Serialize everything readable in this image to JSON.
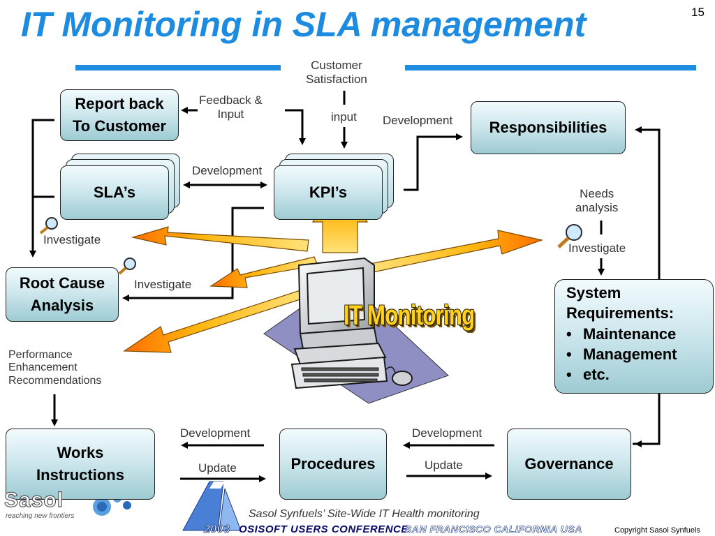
{
  "title": "IT Monitoring in SLA management",
  "page_number": "15",
  "nodes": {
    "report_back": {
      "line1": "Report back",
      "line2": "To Customer"
    },
    "slas": "SLA’s",
    "kpis": "KPI’s",
    "responsibilities": "Responsibilities",
    "root_cause": {
      "line1": "Root Cause",
      "line2": "Analysis"
    },
    "system_requirements": {
      "line1": "System",
      "line2": "Requirements:",
      "items": [
        "Maintenance",
        "Management",
        "etc."
      ]
    },
    "works_instructions": {
      "line1": "Works",
      "line2": "Instructions"
    },
    "procedures": "Procedures",
    "governance": "Governance"
  },
  "labels": {
    "customer_satisfaction": {
      "line1": "Customer",
      "line2": "Satisfaction"
    },
    "feedback_input": {
      "line1": "Feedback &",
      "line2": "Input"
    },
    "input": "input",
    "development_resp": "Development",
    "development_sla": "Development",
    "needs_analysis": {
      "line1": "Needs",
      "line2": "analysis"
    },
    "investigate_left": "Investigate",
    "investigate_right": "Investigate",
    "investigate_mid": "Investigate",
    "performance": {
      "line1": "Performance",
      "line2": "Enhancement",
      "line3": "Recommendations"
    },
    "development_wi": "Development",
    "update_wi": "Update",
    "development_gov": "Development",
    "update_gov": "Update"
  },
  "center_label": "IT Monitoring",
  "footer": {
    "caption": "Sasol Synfuels’ Site-Wide IT Health monitoring",
    "year": "2003",
    "conference": "OSISOFT USERS CONFERENCE",
    "location": "SAN FRANCISCO CALIFORNIA USA",
    "copyright": "Copyright Sasol Synfuels",
    "logo": "Sasol",
    "tagline": "reaching new frontiers"
  },
  "colors": {
    "title": "#1c8be0",
    "arrow_fill": "#ffc21a",
    "arrow_tip": "#ff7a00",
    "node_fill": "#b9dbe2"
  }
}
